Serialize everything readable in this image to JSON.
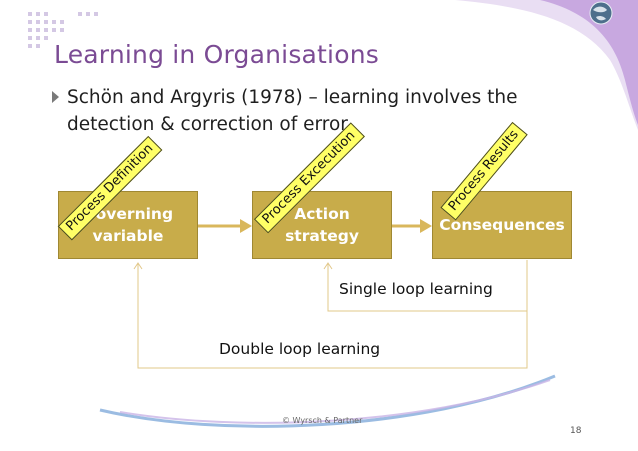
{
  "slide": {
    "title": "Learning in Organisations",
    "bullet_line1": "Schön and Argyris (1978) – learning involves the",
    "bullet_line2": "detection & correction of error.",
    "boxes": {
      "governing_line1": "Governing",
      "governing_line2": "variable",
      "action_line1": "Action",
      "action_line2": "strategy",
      "consequences": "Consequences"
    },
    "tags": {
      "definition": "Process Definition",
      "execution": "Process Excecution",
      "results": "Process Results"
    },
    "single_loop": "Single loop learning",
    "double_loop": "Double loop learning",
    "footer": "© Wyrsch & Partner",
    "page_number": "18"
  },
  "colors": {
    "title": "#7b4b94",
    "box_fill": "#c8ac4a",
    "tag_fill": "#ffff66",
    "arrow": "#d9b75c",
    "accent_purple": "#c8a8e0"
  },
  "icons": {
    "logo": "globe-icon",
    "bullet": "triangle-bullet-icon"
  }
}
